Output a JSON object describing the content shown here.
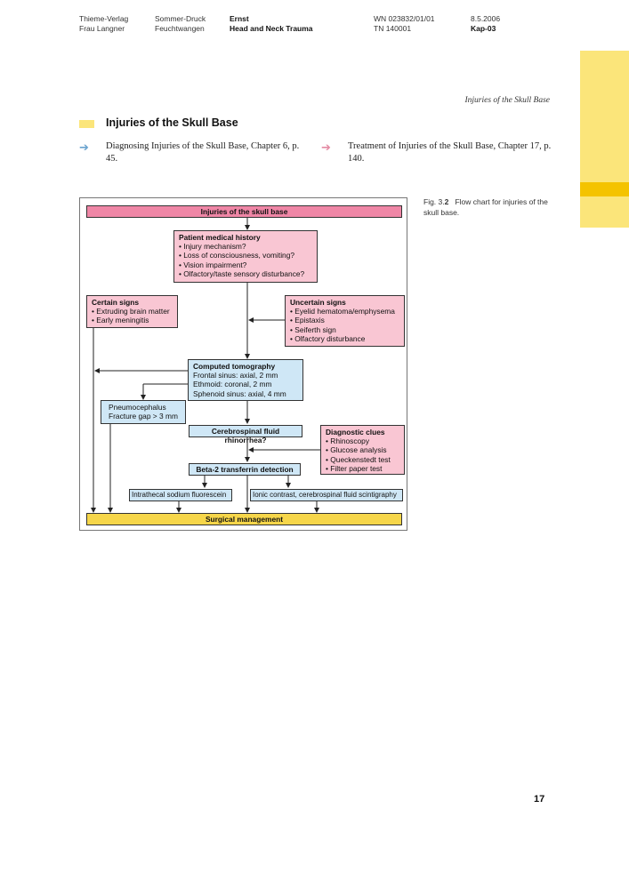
{
  "header": {
    "col1": [
      "Thieme-Verlag",
      "Frau Langner"
    ],
    "col2": [
      "Sommer-Druck",
      "Feuchtwangen"
    ],
    "col3": [
      "Ernst",
      "Head and Neck Trauma"
    ],
    "col4": [
      "WN 023832/01/01",
      "TN 140001"
    ],
    "col5": [
      "8.5.2006",
      "Kap-03"
    ]
  },
  "running_head": "Injuries of the Skull Base",
  "section_title": "Injuries of the Skull Base",
  "cross_refs": [
    {
      "text": "Diagnosing Injuries of the Skull Base, Chapter 6, p. 45.",
      "arrow_icon": "arrow-right-icon",
      "color": "#6aa3cf"
    },
    {
      "text": "Treatment of Injuries of the Skull Base, Chapter 17, p. 140.",
      "arrow_icon": "arrow-right-icon",
      "color": "#e48aa3"
    }
  ],
  "caption": {
    "prefix": "Fig. 3.",
    "number": "2",
    "text": "Flow chart for injuries of the skull base."
  },
  "flowchart": {
    "root": "Injuries of the skull base",
    "history": {
      "title": "Patient medical history",
      "items": [
        "Injury mechanism?",
        "Loss of consciousness, vomiting?",
        "Vision impairment?",
        "Olfactory/taste sensory disturbance?"
      ]
    },
    "certain": {
      "title": "Certain signs",
      "items": [
        "Extruding brain matter",
        "Early meningitis"
      ]
    },
    "uncertain": {
      "title": "Uncertain signs",
      "items": [
        "Eyelid hematoma/emphysema",
        "Epistaxis",
        "Seiferth sign",
        "Olfactory disturbance"
      ]
    },
    "ct": {
      "title": "Computed tomography",
      "lines": [
        "Frontal sinus: axial, 2 mm",
        "Ethmoid: coronal, 2 mm",
        "Sphenoid sinus: axial, 4 mm"
      ]
    },
    "pneumo": {
      "lines": [
        "Pneumocephalus",
        "Fracture gap > 3 mm"
      ]
    },
    "csf": "Cerebrospinal fluid rhinorrhea?",
    "clues": {
      "title": "Diagnostic clues",
      "items": [
        "Rhinoscopy",
        "Glucose analysis",
        "Queckenstedt test",
        "Filter paper test"
      ]
    },
    "beta2": "Beta-2 transferrin detection",
    "fluorescein": "Intrathecal sodium fluorescein",
    "ionic": "Ionic contrast, cerebrospinal fluid scintigraphy",
    "surgery": "Surgical management",
    "colors": {
      "pink_head": "#ef86a6",
      "pink": "#f9c6d3",
      "blue": "#cfe7f6",
      "yellow": "#f6d64a"
    }
  },
  "page_number": "17",
  "colors": {
    "side_tab": "#fbe57a",
    "side_tab_marker": "#f4c300"
  }
}
